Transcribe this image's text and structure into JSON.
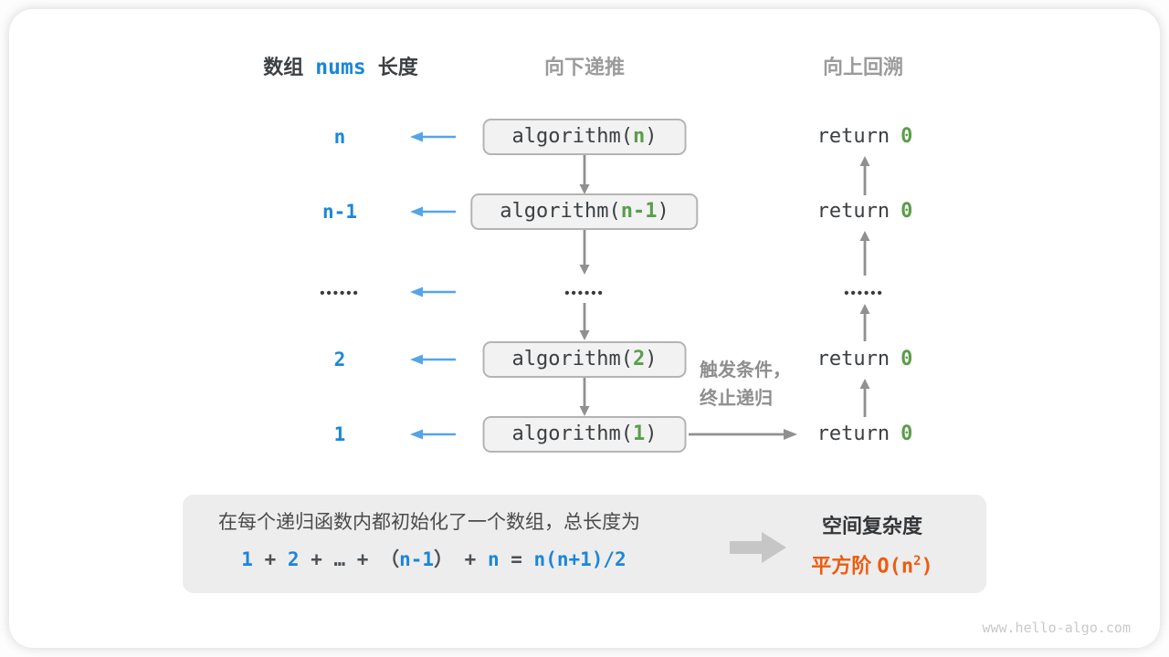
{
  "palette": {
    "blue_text": "#1b86d8",
    "blue_arrow": "#54a5e7",
    "green_value": "#5a9e4a",
    "gray_arrow": "#909090",
    "orange_result": "#ed5c0e",
    "box_fill": "#f2f2f2",
    "box_border": "#b4b4b4",
    "summary_fill": "#ededed"
  },
  "headers": {
    "left_pre": "数组",
    "left_code": "nums",
    "left_post": "长度",
    "middle": "向下递推",
    "right": "向上回溯"
  },
  "rows": [
    {
      "label": "n",
      "call_open": "algorithm(",
      "param": "n",
      "call_close": ")",
      "ret": "return",
      "ret_val": "0"
    },
    {
      "label": "n-1",
      "call_open": "algorithm(",
      "param": "n-1",
      "call_close": ")",
      "ret": "return",
      "ret_val": "0"
    },
    {
      "left_dots": "••••••",
      "mid_dots": "••••••",
      "right_dots": "••••••"
    },
    {
      "label": "2",
      "call_open": "algorithm(",
      "param": "2",
      "call_close": ")",
      "ret": "return",
      "ret_val": "0"
    },
    {
      "label": "1",
      "call_open": "algorithm(",
      "param": "1",
      "call_close": ")",
      "ret": "return",
      "ret_val": "0"
    }
  ],
  "trigger": {
    "line1": "触发条件，",
    "line2": "终止递归"
  },
  "summary": {
    "line1": "在每个递归函数内都初始化了一个数组，总长度为",
    "formula": {
      "f1": "1",
      "f2": " + ",
      "f3": "2",
      "f4": " + ",
      "f5": "…",
      "f6": " + ",
      "f7": "（",
      "f8": "n-1",
      "f9": "）",
      "f10": " + ",
      "f11": "n",
      "f12": " = ",
      "f13": "n(n+1)/2"
    },
    "result_title": "空间复杂度",
    "result": {
      "prefix": "平方阶 ",
      "o_open": "O(n",
      "sup": "2",
      "o_close": ")"
    }
  },
  "footer": {
    "site": "www.hello-algo.com"
  }
}
